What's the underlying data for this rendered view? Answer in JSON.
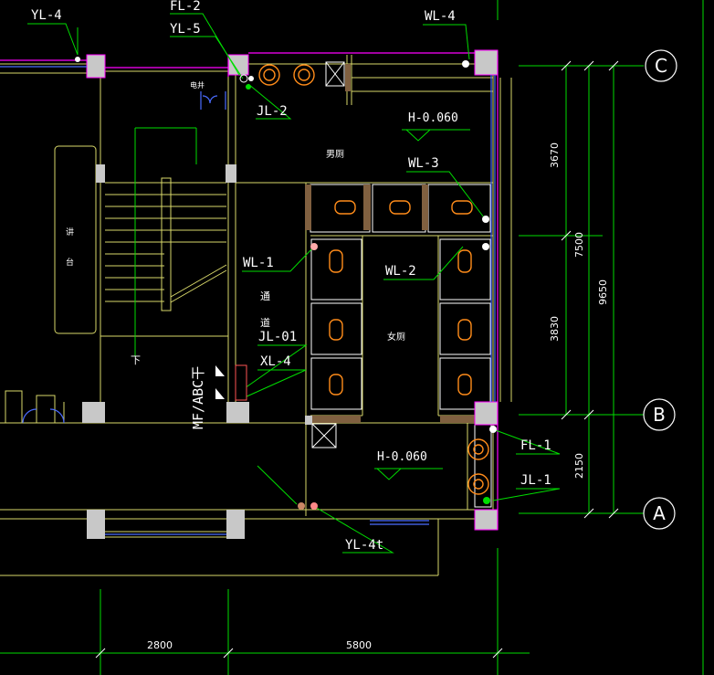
{
  "drawing": {
    "axes": [
      {
        "id": "C",
        "label": "C"
      },
      {
        "id": "B",
        "label": "B"
      },
      {
        "id": "A",
        "label": "A"
      }
    ],
    "dimensions": {
      "vertical_inner": [
        "3670",
        "3830",
        "2150"
      ],
      "vertical_mid": "7500",
      "vertical_total": "9650",
      "horizontal": [
        "2800",
        "5800"
      ]
    },
    "elevations": [
      "H-0.060",
      "H-0.060"
    ],
    "pipe_tags": {
      "yl4_left": "YL-4",
      "fl2": "FL-2",
      "yl5": "YL-5",
      "wl4": "WL-4",
      "jl2": "JL-2",
      "wl3": "WL-3",
      "wl1": "WL-1",
      "wl2": "WL-2",
      "jl01": "JL-01",
      "xl4": "XL-4",
      "fl1": "FL-1",
      "jl1": "JL-1",
      "yl4t": "YL-4t"
    },
    "rooms": {
      "mens": "男厕",
      "womens": "女厕",
      "corridor_1": "通",
      "corridor_2": "道",
      "stair_down": "下",
      "counter_1": "讲",
      "counter_2": "台",
      "elec_shaft": "电井"
    },
    "vertical_text": "MF/ABC干"
  }
}
